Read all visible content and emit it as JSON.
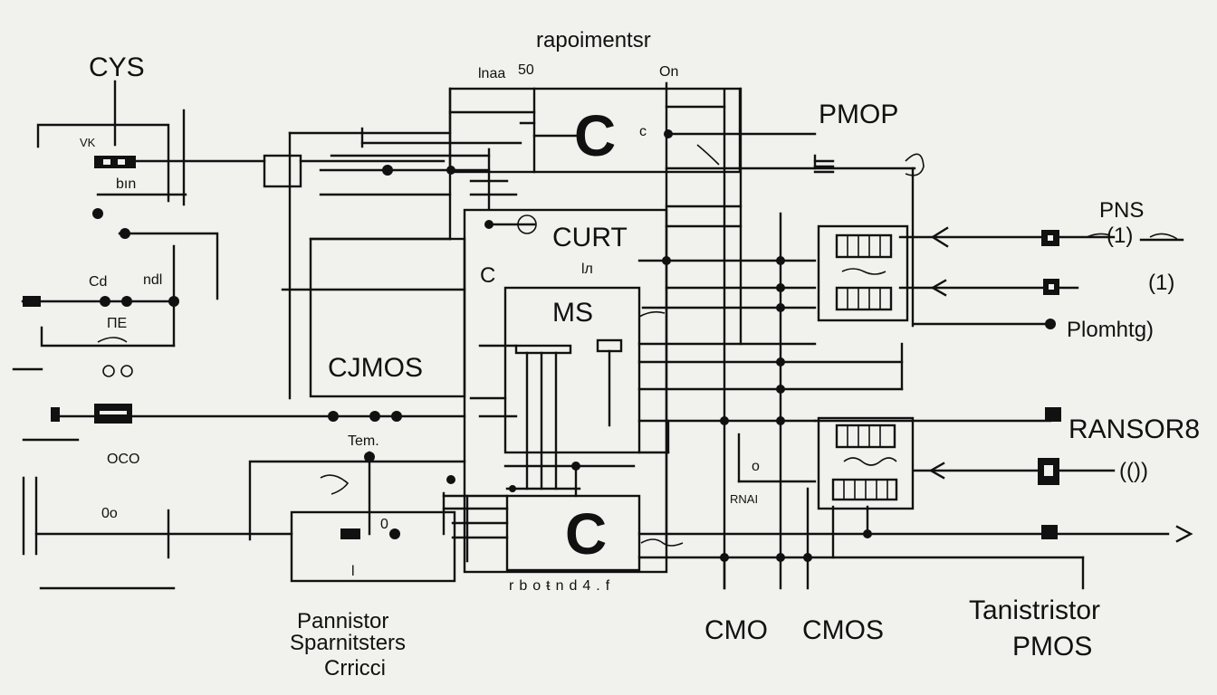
{
  "diagram": {
    "labels": {
      "top_title": "rapoimentsr",
      "cys": "CYS",
      "inna": "lnaa",
      "inna_num": "50",
      "on": "On",
      "pmop": "PMOP",
      "vk": "VK",
      "bin": "bın",
      "curt": "CURT",
      "c_small": "C",
      "l_small": "lл",
      "mos": "MS",
      "cmos_left": "CJMOS",
      "c_top_big": "C",
      "c_bottom_big": "C",
      "cd": "Cd",
      "nd": "ndl",
      "mo": "ΠΕ",
      "pns": "PNS",
      "plomhtg": "Plomhtg)",
      "ransor": "RANSOR8",
      "tem": "Tem.",
      "ocd": "OCO",
      "oo": "0o",
      "o_mid": "0",
      "o_c": "o",
      "rrami": "RNAI",
      "bottom_chain": "rboŧnd4.f",
      "pannistor": "Pannistor",
      "sparnitsters": "Sparnitsters",
      "crricci": "Crricci",
      "cmo": "CMO",
      "cmos_bottom": "CMOS",
      "tanistristor": "Tanistristor",
      "pmos_bottom": "PMOS",
      "right_sym1": "(1)",
      "right_sym2": "(1)",
      "right_sym3": "(())",
      "small_l": "l",
      "small_c": "c"
    }
  }
}
